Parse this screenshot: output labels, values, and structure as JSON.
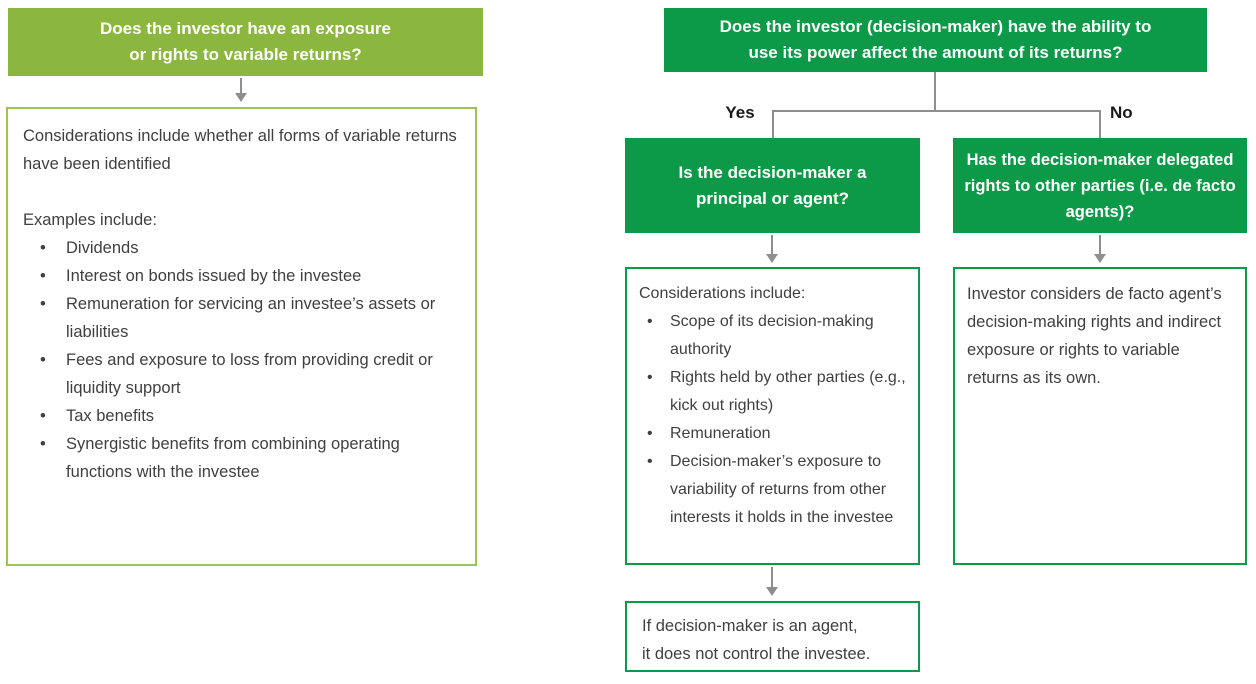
{
  "colors": {
    "light_green": "#8CB73E",
    "light_green_border": "#9CC353",
    "dark_green": "#0D9A48",
    "connector_gray": "#8E8E8E",
    "body_text": "#3F3F3F"
  },
  "left_flow": {
    "header": {
      "line1": "Does the investor have an exposure",
      "line2": "or rights to variable returns?"
    },
    "details": {
      "intro": "Considerations include whether all forms of variable returns have been identified",
      "examples_label": "Examples include:",
      "bullets": [
        "Dividends",
        "Interest on bonds issued by the investee",
        "Remuneration for servicing an investee’s assets or liabilities",
        "Fees and exposure to loss from providing credit or liquidity support",
        "Tax benefits",
        "Synergistic benefits from combining operating functions with the investee"
      ]
    }
  },
  "right_flow": {
    "header": {
      "line1": "Does the investor (decision-maker) have the ability to",
      "line2": "use its power affect the amount of its returns?"
    },
    "branch": {
      "yes_label": "Yes",
      "no_label": "No"
    },
    "principal_question": "Is the decision-maker a principal or agent?",
    "delegated_question": "Has the decision-maker delegated rights to other parties (i.e. de facto agents)?",
    "considerations": {
      "intro": "Considerations include:",
      "bullets": [
        "Scope of its decision-making authority",
        "Rights held by other parties (e.g., kick out rights)",
        "Remuneration",
        "Decision-maker’s exposure to variability of returns from other interests it holds in the investee"
      ]
    },
    "defacto_note": "Investor considers de facto agent’s decision-making rights and indirect exposure or rights to variable returns as its own.",
    "conclusion": {
      "line1": "If decision-maker is an agent,",
      "line2": "it does not control the investee."
    }
  }
}
